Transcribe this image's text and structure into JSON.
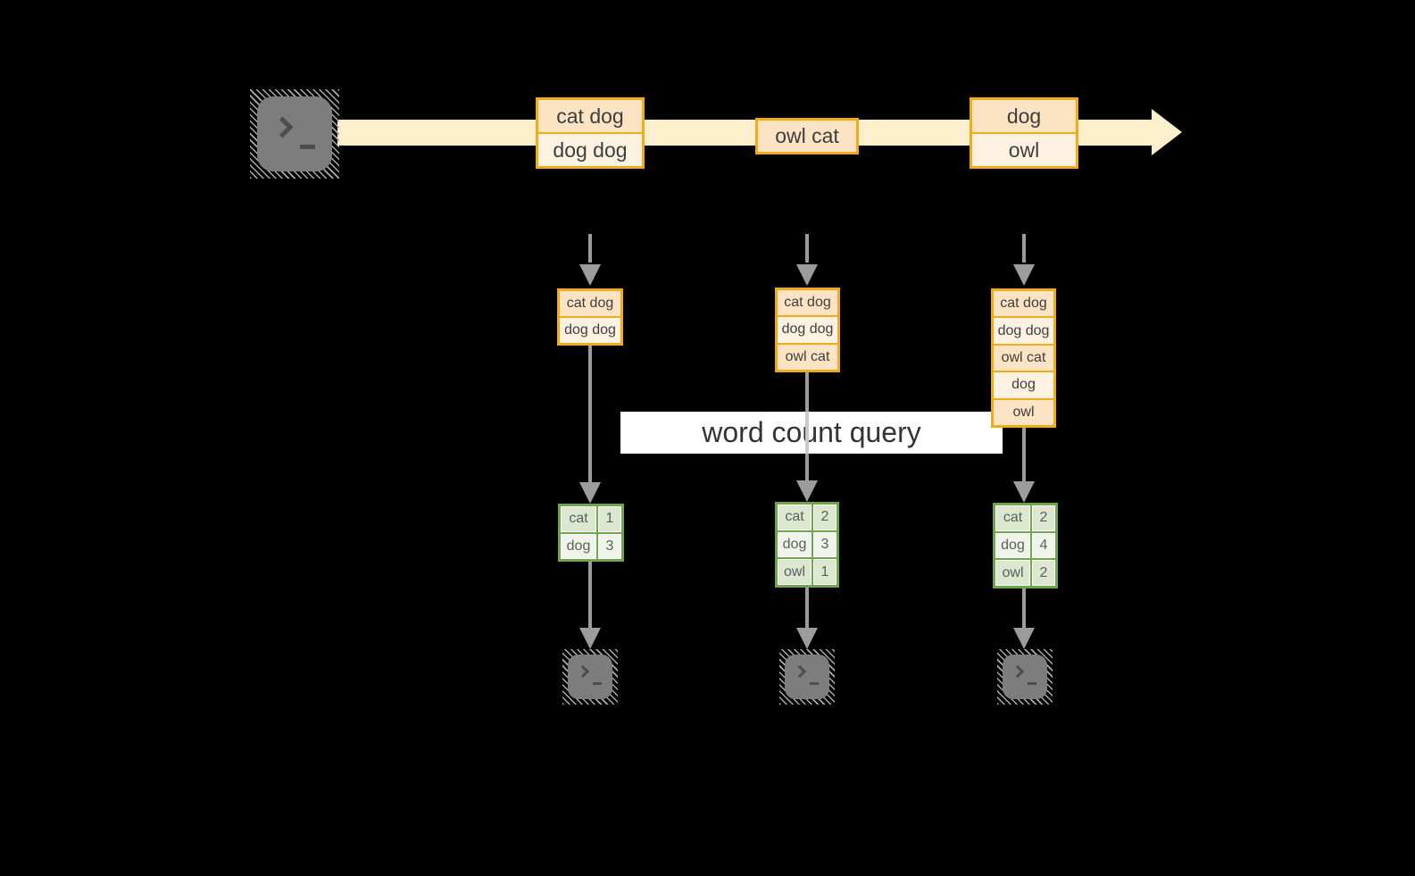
{
  "query_label": "word count query",
  "stream_events": [
    [
      "cat dog",
      "dog dog"
    ],
    [
      "owl cat"
    ],
    [
      "dog",
      "owl"
    ]
  ],
  "windows": [
    [
      "cat dog",
      "dog dog"
    ],
    [
      "cat dog",
      "dog dog",
      "owl cat"
    ],
    [
      "cat dog",
      "dog dog",
      "owl cat",
      "dog",
      "owl"
    ]
  ],
  "counts": [
    [
      [
        "cat",
        "1"
      ],
      [
        "dog",
        "3"
      ]
    ],
    [
      [
        "cat",
        "2"
      ],
      [
        "dog",
        "3"
      ],
      [
        "owl",
        "1"
      ]
    ],
    [
      [
        "cat",
        "2"
      ],
      [
        "dog",
        "4"
      ],
      [
        "owl",
        "2"
      ]
    ]
  ],
  "icons": {
    "source": "terminal-icon",
    "outputs": [
      "terminal-icon",
      "terminal-icon",
      "terminal-icon"
    ]
  },
  "colors": {
    "background": "#000000",
    "stream_fill": "#FBF0CB",
    "event_border": "#F0AB1A",
    "event_fill_dark": "#FBE3C4",
    "event_fill_light": "#FDF2E2",
    "table_border": "#6FA64C",
    "table_fill_dark": "#DBE8CF",
    "table_fill_light": "#EFF4EA",
    "connector_gray": "#9C9C9C",
    "terminal_gray": "#7D7D7D"
  }
}
